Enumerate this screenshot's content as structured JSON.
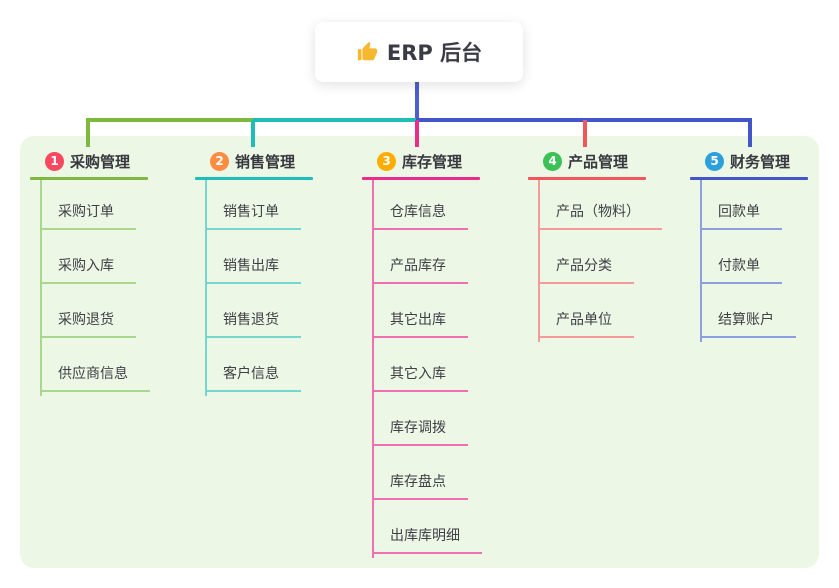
{
  "root": {
    "label": "ERP 后台",
    "icon": "thumbs-up-icon",
    "icon_color": "#f5b82e"
  },
  "connectors": {
    "root_drop_color": "#4b5ed2",
    "bus_colors": [
      "#7cb93e",
      "#1fbdb8",
      "#4156c9"
    ]
  },
  "panel_color": "#ecf7e6",
  "branches": [
    {
      "num": "1",
      "label": "采购管理",
      "badge_color": "#f8475f",
      "line_color": "#7cb93e",
      "child_line_color": "#a9d78b",
      "children": [
        "采购订单",
        "采购入库",
        "采购退货",
        "供应商信息"
      ]
    },
    {
      "num": "2",
      "label": "销售管理",
      "badge_color": "#ff8c40",
      "line_color": "#1fbdb8",
      "child_line_color": "#74d6cf",
      "children": [
        "销售订单",
        "销售出库",
        "销售退货",
        "客户信息"
      ]
    },
    {
      "num": "3",
      "label": "库存管理",
      "badge_color": "#ffae00",
      "line_color": "#e82e8a",
      "child_line_color": "#f170b2",
      "children": [
        "仓库信息",
        "产品库存",
        "其它出库",
        "其它入库",
        "库存调拨",
        "库存盘点",
        "出库库明细"
      ]
    },
    {
      "num": "4",
      "label": "产品管理",
      "badge_color": "#3cc156",
      "line_color": "#f1565e",
      "child_line_color": "#f59a9b",
      "children": [
        "产品（物料）",
        "产品分类",
        "产品单位"
      ]
    },
    {
      "num": "5",
      "label": "财务管理",
      "badge_color": "#2ba0dd",
      "line_color": "#4156c9",
      "child_line_color": "#8da0de",
      "children": [
        "回款单",
        "付款单",
        "结算账户"
      ]
    }
  ]
}
